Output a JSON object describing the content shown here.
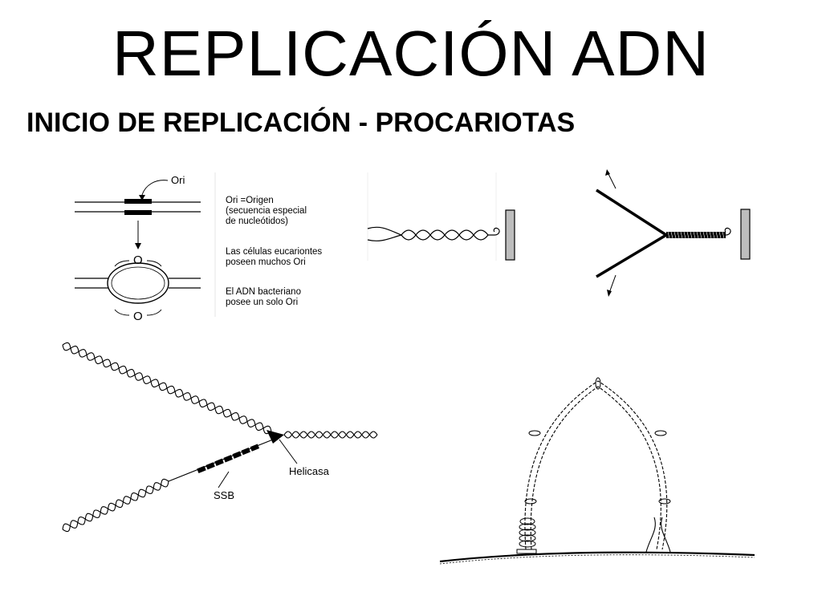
{
  "slide": {
    "title": "REPLICACIÓN ADN",
    "subtitle": "INICIO DE REPLICACIÓN - PROCARIOTAS"
  },
  "ori_panel": {
    "ori_label": "Ori",
    "origin_marker": "O",
    "notes": [
      "Ori =Origen",
      "(secuencia especial",
      "de nucleótidos)",
      "Las células eucariontes",
      "poseen muchos Ori",
      "El ADN bacteriano",
      "posee un solo Ori"
    ]
  },
  "helicase_panel": {
    "helicase_label": "Helicasa",
    "ssb_label": "SSB"
  },
  "colors": {
    "ink": "#000000",
    "gray_block": "#bdbdbd",
    "background": "#ffffff"
  }
}
